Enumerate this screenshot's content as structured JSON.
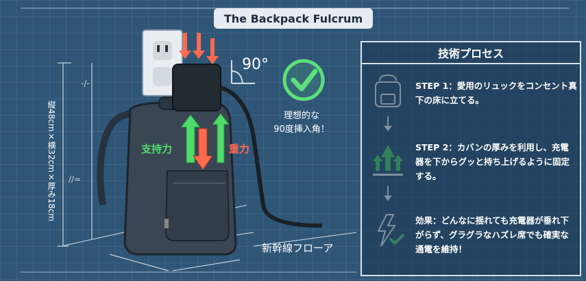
{
  "title": "The Backpack Fulcrum",
  "dimension_label": "縦48cm×横32cm×厚み18cm",
  "angle_label": "90°",
  "note": {
    "line1": "理想的な",
    "line2": "90度挿入角！"
  },
  "forces": {
    "support": "支持力",
    "gravity": "重力"
  },
  "floor_label": "新幹線フローア",
  "panel": {
    "title": "技術プロセス",
    "steps": [
      {
        "text": "STEP 1：愛用のリュックをコンセント真下の床に立てる。"
      },
      {
        "text": "STEP 2：カバンの厚みを利用し、充電器を下からグッと持ち上げるように固定する。"
      },
      {
        "text": "効果：どんなに揺れても充電器が垂れ下がらず、グラグラなハズレ席でも確実な通電を維持！"
      }
    ]
  },
  "colors": {
    "background": "#2f5677",
    "support": "#4fdc6a",
    "gravity": "#ff6a4f",
    "check": "#5ee07a",
    "panel_border": "#d9e3ec"
  },
  "icons": [
    "wall-outlet-icon",
    "charger-icon",
    "backpack-icon",
    "check-circle-icon",
    "arrow-up-icon",
    "arrow-down-icon",
    "lightning-check-icon"
  ]
}
